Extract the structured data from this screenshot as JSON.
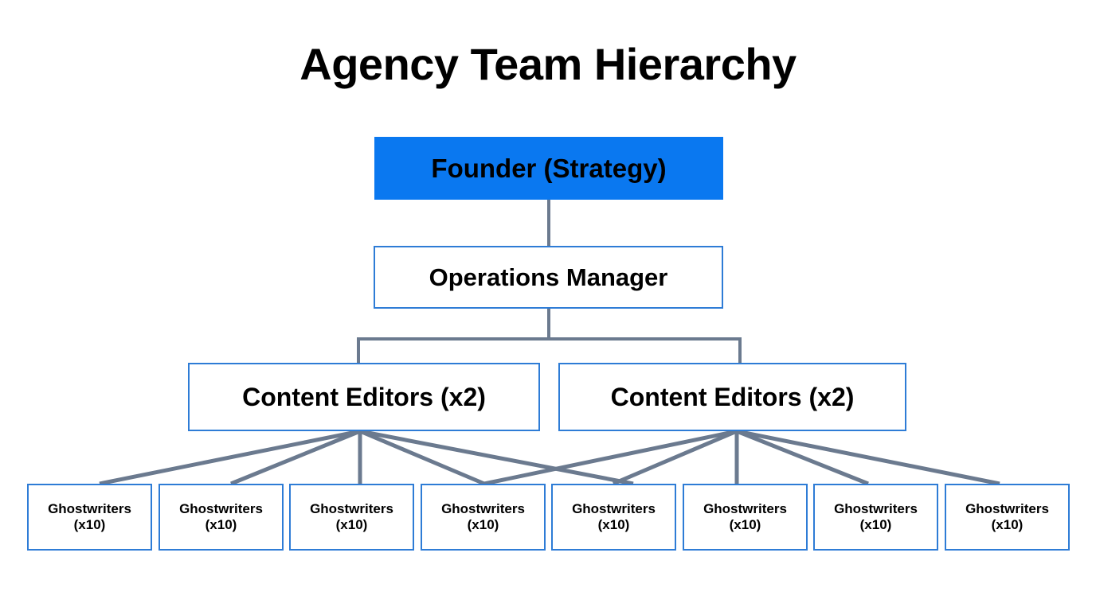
{
  "title": "Agency Team Hierarchy",
  "colors": {
    "background": "#ffffff",
    "root_fill": "#0a78f0",
    "node_border": "#2e7cd6",
    "connector": "#6b7a8f",
    "text": "#000000"
  },
  "nodes": {
    "founder": {
      "label": "Founder (Strategy)"
    },
    "operations": {
      "label": "Operations Manager"
    },
    "editor_left": {
      "label": "Content Editors (x2)"
    },
    "editor_right": {
      "label": "Content Editors (x2)"
    },
    "ghostwriters": [
      {
        "label": "Ghostwriters\n(x10)"
      },
      {
        "label": "Ghostwriters\n(x10)"
      },
      {
        "label": "Ghostwriters\n(x10)"
      },
      {
        "label": "Ghostwriters\n(x10)"
      },
      {
        "label": "Ghostwriters\n(x10)"
      },
      {
        "label": "Ghostwriters\n(x10)"
      },
      {
        "label": "Ghostwriters\n(x10)"
      },
      {
        "label": "Ghostwriters\n(x10)"
      }
    ]
  },
  "chart_data": {
    "type": "diagram",
    "diagram_type": "organizational-hierarchy-tree",
    "title": "Agency Team Hierarchy",
    "levels": [
      {
        "level": 1,
        "nodes": [
          "Founder (Strategy)"
        ]
      },
      {
        "level": 2,
        "nodes": [
          "Operations Manager"
        ]
      },
      {
        "level": 3,
        "nodes": [
          "Content Editors (x2)",
          "Content Editors (x2)"
        ]
      },
      {
        "level": 4,
        "nodes": [
          "Ghostwriters (x10)",
          "Ghostwriters (x10)",
          "Ghostwriters (x10)",
          "Ghostwriters (x10)",
          "Ghostwriters (x10)",
          "Ghostwriters (x10)",
          "Ghostwriters (x10)",
          "Ghostwriters (x10)"
        ]
      }
    ],
    "edges": [
      {
        "from": "Founder (Strategy)",
        "to": "Operations Manager"
      },
      {
        "from": "Operations Manager",
        "to": "Content Editors (x2) [left]"
      },
      {
        "from": "Operations Manager",
        "to": "Content Editors (x2) [right]"
      },
      {
        "from": "Content Editors (x2) [left]",
        "to": "Ghostwriters (x10) #1"
      },
      {
        "from": "Content Editors (x2) [left]",
        "to": "Ghostwriters (x10) #2"
      },
      {
        "from": "Content Editors (x2) [left]",
        "to": "Ghostwriters (x10) #3"
      },
      {
        "from": "Content Editors (x2) [left]",
        "to": "Ghostwriters (x10) #4"
      },
      {
        "from": "Content Editors (x2) [left]",
        "to": "Ghostwriters (x10) #5"
      },
      {
        "from": "Content Editors (x2) [right]",
        "to": "Ghostwriters (x10) #4"
      },
      {
        "from": "Content Editors (x2) [right]",
        "to": "Ghostwriters (x10) #5"
      },
      {
        "from": "Content Editors (x2) [right]",
        "to": "Ghostwriters (x10) #6"
      },
      {
        "from": "Content Editors (x2) [right]",
        "to": "Ghostwriters (x10) #7"
      },
      {
        "from": "Content Editors (x2) [right]",
        "to": "Ghostwriters (x10) #8"
      }
    ],
    "headcount": {
      "Founder (Strategy)": 1,
      "Operations Manager": 1,
      "Content Editors": 2,
      "Ghostwriters": 10
    }
  }
}
